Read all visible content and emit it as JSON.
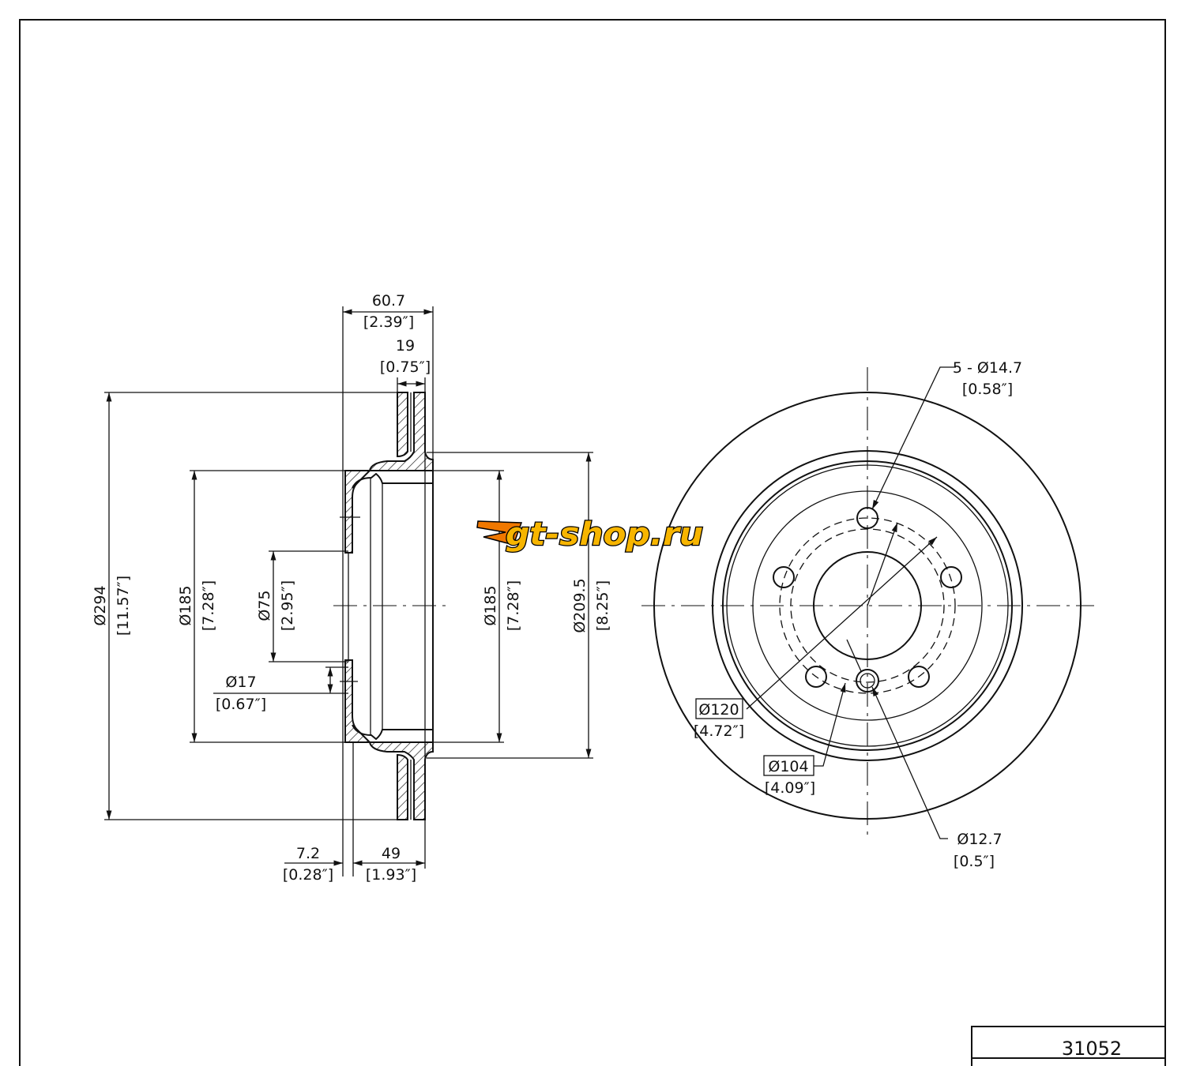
{
  "part_number": "31052",
  "logo": {
    "text": "gt-shop.ru",
    "colors": {
      "primary": "#f7b500",
      "secondary": "#f07800",
      "outline": "#000000"
    }
  },
  "side_view": {
    "overall_width": {
      "mm": "60.7",
      "in": "[2.39″]"
    },
    "rotor_thickness": {
      "mm": "19",
      "in": "[0.75″]"
    },
    "outer_diameter": {
      "mm": "Ø294",
      "in": "[11.57″]"
    },
    "hat_diameter_left": {
      "mm": "Ø185",
      "in": "[7.28″]"
    },
    "center_bore": {
      "mm": "Ø75",
      "in": "[2.95″]"
    },
    "small_hole": {
      "mm": "Ø17",
      "in": "[0.67″]"
    },
    "hat_diameter_right": {
      "mm": "Ø185",
      "in": "[7.28″]"
    },
    "inner_ring_diameter": {
      "mm": "Ø209.5",
      "in": "[8.25″]"
    },
    "hat_wall": {
      "mm": "7.2",
      "in": "[0.28″]"
    },
    "hat_height": {
      "mm": "49",
      "in": "[1.93″]"
    }
  },
  "front_view": {
    "bolt_holes": {
      "mm": "5 - Ø14.7",
      "in": "[0.58″]"
    },
    "bolt_circle": {
      "mm": "Ø120",
      "in": "[4.72″]"
    },
    "pilot_circle": {
      "mm": "Ø104",
      "in": "[4.09″]"
    },
    "pin_hole": {
      "mm": "Ø12.7",
      "in": "[0.5″]"
    }
  }
}
